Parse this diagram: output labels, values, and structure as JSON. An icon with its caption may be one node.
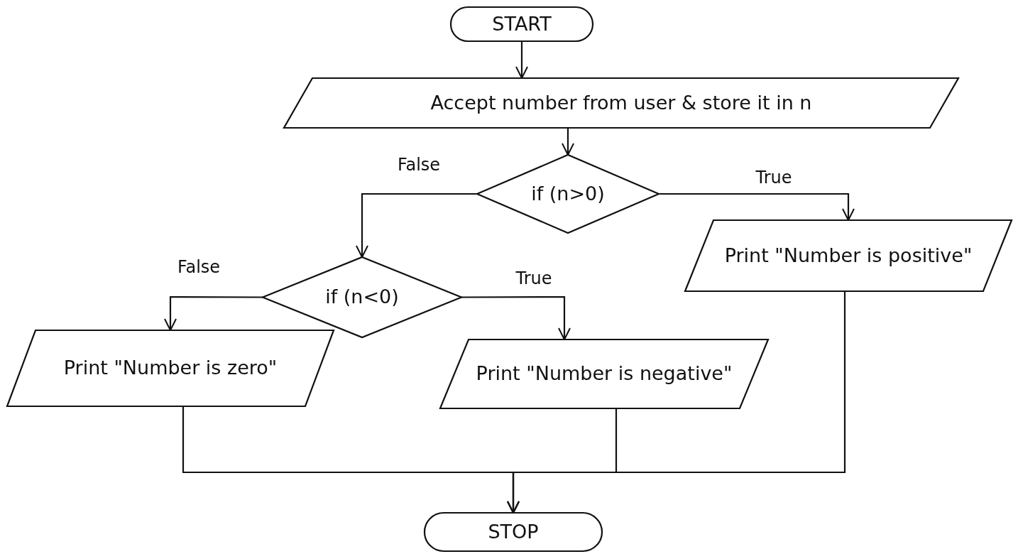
{
  "diagram": {
    "nodes": [
      {
        "text": [
          "START"
        ]
      },
      {
        "text": [
          "Accept number from user & store it in n"
        ]
      },
      {
        "text": [
          "if (n>0)"
        ]
      },
      {
        "text": [
          "Print \"Number is positive\""
        ]
      },
      {
        "text": [
          "if (n<0)"
        ]
      },
      {
        "text": [
          "Print \"Number is zero\""
        ]
      },
      {
        "text": [
          "Print \"Number is negative\""
        ]
      },
      {
        "text": [
          "STOP"
        ]
      }
    ],
    "edges": [
      {
        "from": 0,
        "to": 1,
        "arrow": "to"
      },
      {
        "from": 1,
        "to": 2,
        "arrow": "to"
      },
      {
        "from": 2,
        "to": 4,
        "arrow": "to",
        "label": "False"
      },
      {
        "from": 2,
        "to": 3,
        "arrow": "to",
        "label": "True"
      },
      {
        "from": 4,
        "to": 5,
        "arrow": "to",
        "label": "False"
      },
      {
        "from": 4,
        "to": 6,
        "arrow": "to",
        "label": "True"
      },
      {
        "from": 5,
        "to": 7,
        "arrow": "to"
      },
      {
        "from": 6,
        "to": 7,
        "arrow": "to"
      },
      {
        "from": 3,
        "to": 7,
        "arrow": "to"
      }
    ]
  }
}
